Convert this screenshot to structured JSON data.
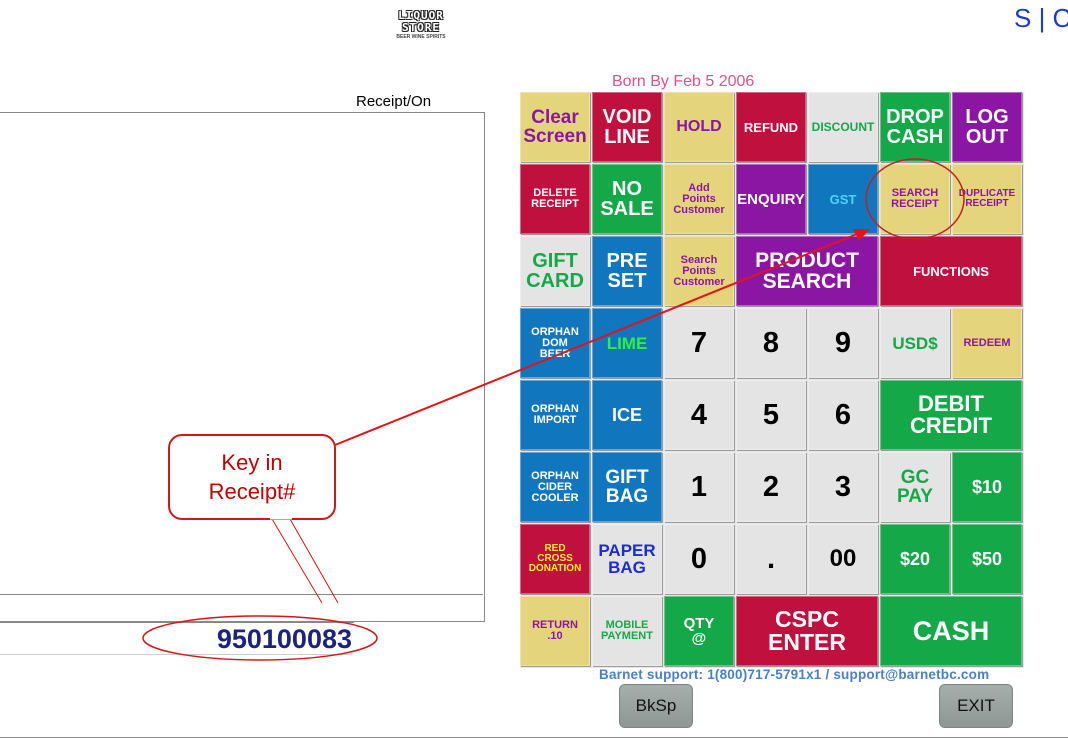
{
  "logo": {
    "line1": "LIQUOR",
    "line2": "STORE",
    "line3": "BEER WINE SPIRITS"
  },
  "header": {
    "corner_text": "S | C",
    "store_subtitle": "Born By Feb 5 2006"
  },
  "receipt": {
    "label": "Receipt/On",
    "entry_value": "950100083"
  },
  "callout": {
    "line1": "Key in",
    "line2": "Receipt#"
  },
  "colors": {
    "maroon": "#c0103e",
    "yellow": "#e4d47c",
    "green": "#14a848",
    "blue": "#1077be",
    "purple": "#8c16a4",
    "light": "#e4e4e4",
    "annotation": "#d01818"
  },
  "keypad": [
    {
      "name": "clear-screen-button",
      "label": "Clear\nScreen",
      "bg": "#e4d47c",
      "fg": "#8c16a4",
      "fs": 19
    },
    {
      "name": "void-line-button",
      "label": "VOID\nLINE",
      "bg": "#c0103e",
      "fg": "#ffffff",
      "fs": 20
    },
    {
      "name": "hold-button",
      "label": "HOLD",
      "bg": "#e4d47c",
      "fg": "#8c16a4",
      "fs": 16
    },
    {
      "name": "refund-button",
      "label": "REFUND",
      "bg": "#c0103e",
      "fg": "#ffffff",
      "fs": 13
    },
    {
      "name": "discount-button",
      "label": "DISCOUNT",
      "bg": "#e4e4e4",
      "fg": "#14a848",
      "fs": 12
    },
    {
      "name": "drop-cash-button",
      "label": "DROP\nCASH",
      "bg": "#14a848",
      "fg": "#ffffff",
      "fs": 20
    },
    {
      "name": "log-out-button",
      "label": "LOG\nOUT",
      "bg": "#8c16a4",
      "fg": "#ffffff",
      "fs": 20
    },
    {
      "name": "delete-receipt-button",
      "label": "DELETE\nRECEIPT",
      "bg": "#c0103e",
      "fg": "#ffffff",
      "fs": 11
    },
    {
      "name": "no-sale-button",
      "label": "NO\nSALE",
      "bg": "#14a848",
      "fg": "#ffffff",
      "fs": 20
    },
    {
      "name": "add-points-customer-button",
      "label": "Add\nPoints\nCustomer",
      "bg": "#e4d47c",
      "fg": "#8c16a4",
      "fs": 11
    },
    {
      "name": "enquiry-button",
      "label": "ENQUIRY",
      "bg": "#8c16a4",
      "fg": "#ffffff",
      "fs": 15
    },
    {
      "name": "gst-button",
      "label": "GST",
      "bg": "#1077be",
      "fg": "#4ad8f0",
      "fs": 13
    },
    {
      "name": "search-receipt-button",
      "label": "SEARCH\nRECEIPT",
      "bg": "#e4d47c",
      "fg": "#8c16a4",
      "fs": 11
    },
    {
      "name": "duplicate-receipt-button",
      "label": "DUPLICATE\nRECEIPT",
      "bg": "#e4d47c",
      "fg": "#8c16a4",
      "fs": 10
    },
    {
      "name": "gift-card-button",
      "label": "GIFT\nCARD",
      "bg": "#e4e4e4",
      "fg": "#14a848",
      "fs": 20
    },
    {
      "name": "preset-button",
      "label": "PRE\nSET",
      "bg": "#1077be",
      "fg": "#ffffff",
      "fs": 20
    },
    {
      "name": "search-points-customer-button",
      "label": "Search\nPoints\nCustomer",
      "bg": "#e4d47c",
      "fg": "#8c16a4",
      "fs": 11
    },
    {
      "name": "product-search-button",
      "label": "PRODUCT\nSEARCH",
      "bg": "#8c16a4",
      "fg": "#ffffff",
      "fs": 21
    },
    {
      "name": "functions-button",
      "label": "FUNCTIONS",
      "bg": "#c0103e",
      "fg": "#ffffff",
      "fs": 13
    },
    {
      "name": "orphan-dom-beer-button",
      "label": "ORPHAN\nDOM\nBEER",
      "bg": "#1077be",
      "fg": "#ffffff",
      "fs": 11
    },
    {
      "name": "lime-button",
      "label": "LIME",
      "bg": "#1077be",
      "fg": "#2ef23a",
      "fs": 17
    },
    {
      "name": "key-7",
      "label": "7",
      "bg": "#e4e4e4",
      "fg": "#000000",
      "fs": 29
    },
    {
      "name": "key-8",
      "label": "8",
      "bg": "#e4e4e4",
      "fg": "#000000",
      "fs": 29
    },
    {
      "name": "key-9",
      "label": "9",
      "bg": "#e4e4e4",
      "fg": "#000000",
      "fs": 29
    },
    {
      "name": "usd-button",
      "label": "USD$",
      "bg": "#e4e4e4",
      "fg": "#14a848",
      "fs": 17
    },
    {
      "name": "redeem-button",
      "label": "REDEEM",
      "bg": "#e4d47c",
      "fg": "#8c16a4",
      "fs": 11
    },
    {
      "name": "orphan-import-button",
      "label": "ORPHAN\nIMPORT",
      "bg": "#1077be",
      "fg": "#ffffff",
      "fs": 11
    },
    {
      "name": "ice-button",
      "label": "ICE",
      "bg": "#1077be",
      "fg": "#ffffff",
      "fs": 18
    },
    {
      "name": "key-4",
      "label": "4",
      "bg": "#e4e4e4",
      "fg": "#000000",
      "fs": 29
    },
    {
      "name": "key-5",
      "label": "5",
      "bg": "#e4e4e4",
      "fg": "#000000",
      "fs": 29
    },
    {
      "name": "key-6",
      "label": "6",
      "bg": "#e4e4e4",
      "fg": "#000000",
      "fs": 29
    },
    {
      "name": "debit-credit-button",
      "label": "DEBIT\nCREDIT",
      "bg": "#14a848",
      "fg": "#ffffff",
      "fs": 22
    },
    {
      "name": "orphan-cider-cooler-button",
      "label": "ORPHAN\nCIDER\nCOOLER",
      "bg": "#1077be",
      "fg": "#ffffff",
      "fs": 11
    },
    {
      "name": "gift-bag-button",
      "label": "GIFT\nBAG",
      "bg": "#1077be",
      "fg": "#ffffff",
      "fs": 19
    },
    {
      "name": "key-1",
      "label": "1",
      "bg": "#e4e4e4",
      "fg": "#000000",
      "fs": 29
    },
    {
      "name": "key-2",
      "label": "2",
      "bg": "#e4e4e4",
      "fg": "#000000",
      "fs": 29
    },
    {
      "name": "key-3",
      "label": "3",
      "bg": "#e4e4e4",
      "fg": "#000000",
      "fs": 29
    },
    {
      "name": "gc-pay-button",
      "label": "GC\nPAY",
      "bg": "#e4e4e4",
      "fg": "#14a848",
      "fs": 19
    },
    {
      "name": "ten-dollar-button",
      "label": "$10",
      "bg": "#14a848",
      "fg": "#ffffff",
      "fs": 18
    },
    {
      "name": "red-cross-donation-button",
      "label": "RED\nCROSS\nDONATION",
      "bg": "#c0103e",
      "fg": "#ffee33",
      "fs": 10
    },
    {
      "name": "paper-bag-button",
      "label": "PAPER\nBAG",
      "bg": "#e4e4e4",
      "fg": "#1a2bd8",
      "fs": 17
    },
    {
      "name": "key-0",
      "label": "0",
      "bg": "#e4e4e4",
      "fg": "#000000",
      "fs": 29
    },
    {
      "name": "key-decimal",
      "label": ".",
      "bg": "#e4e4e4",
      "fg": "#000000",
      "fs": 29
    },
    {
      "name": "key-double-zero",
      "label": "00",
      "bg": "#e4e4e4",
      "fg": "#000000",
      "fs": 24
    },
    {
      "name": "twenty-dollar-button",
      "label": "$20",
      "bg": "#14a848",
      "fg": "#ffffff",
      "fs": 18
    },
    {
      "name": "fifty-dollar-button",
      "label": "$50",
      "bg": "#14a848",
      "fg": "#ffffff",
      "fs": 18
    },
    {
      "name": "return-10-button",
      "label": "RETURN\n.10",
      "bg": "#e4d47c",
      "fg": "#8c16a4",
      "fs": 11
    },
    {
      "name": "mobile-payment-button",
      "label": "MOBILE\nPAYMENT",
      "bg": "#e4e4e4",
      "fg": "#14a848",
      "fs": 11
    },
    {
      "name": "qty-button",
      "label": "QTY\n@",
      "bg": "#14a848",
      "fg": "#ffffff",
      "fs": 15
    },
    {
      "name": "cspc-enter-button",
      "label": "CSPC\nENTER",
      "bg": "#c0103e",
      "fg": "#ffffff",
      "fs": 23
    },
    {
      "name": "cash-button",
      "label": "CASH",
      "bg": "#14a848",
      "fg": "#ffffff",
      "fs": 27
    }
  ],
  "support": "Barnet support: 1(800)717-5791x1 / support@barnetbc.com",
  "bottom_buttons": {
    "backspace": "BkSp",
    "exit": "EXIT"
  }
}
